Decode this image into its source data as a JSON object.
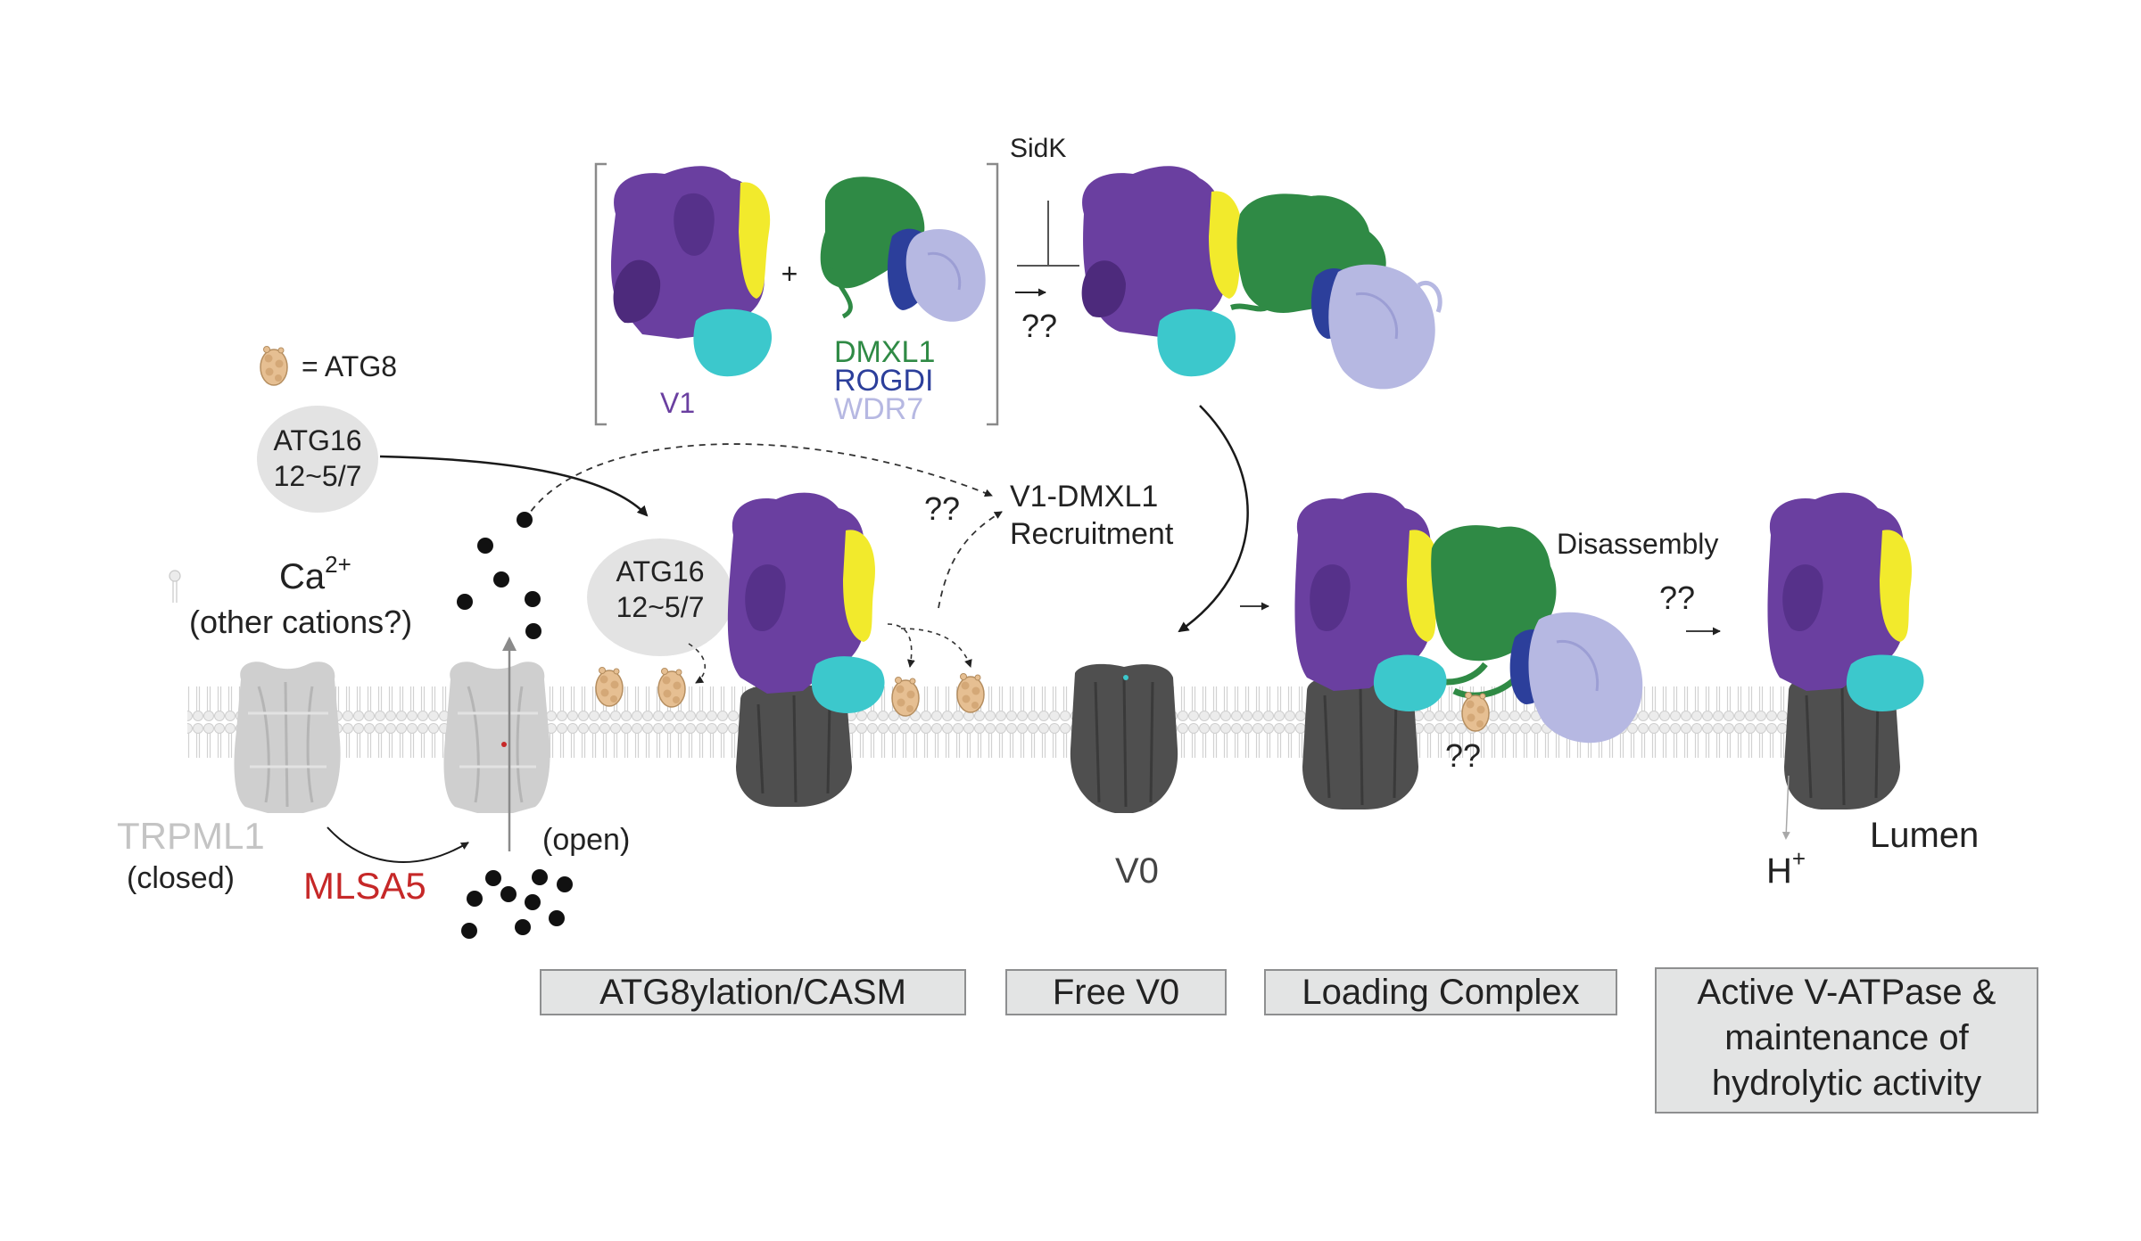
{
  "colors": {
    "v1": "#6a3fa0",
    "v1_dark": "#4d2a7c",
    "yellow_subunit": "#f2ea2c",
    "cyan_subunit": "#3cc8cc",
    "dmxl1": "#2f8a45",
    "rogdi": "#2c3f9b",
    "wdr7": "#b6b8e2",
    "v0": "#4f4f4f",
    "trpml1": "#cfcfcf",
    "atg8": "#e6bf92",
    "mlsa5": "#c62828",
    "ellipse": "#e3e3e3",
    "stage_box": "#e3e4e4"
  },
  "icons": {
    "atg8": "atg8-protein-icon",
    "cation": "black-dot-icon"
  },
  "legend": {
    "atg8_label": "= ATG8"
  },
  "top_complex": {
    "plus": "+",
    "v1_label": "V1",
    "dmxl1_label": "DMXL1",
    "rogdi_label": "ROGDI",
    "wdr7_label": "WDR7",
    "sidk_label": "SidK",
    "unknown_label": "??"
  },
  "atg16_label": {
    "line1": "ATG16",
    "line2": "12~5/7"
  },
  "atg16_membrane": {
    "line1": "ATG16",
    "line2": "12~5/7"
  },
  "calcium": {
    "ion": "Ca",
    "charge": "2+",
    "other": "(other cations?)"
  },
  "trpml1": {
    "name": "TRPML1",
    "closed": "(closed)",
    "open": "(open)",
    "agonist": "MLSA5"
  },
  "recruitment": {
    "unknown": "??",
    "line1": "V1-DMXL1",
    "line2": "Recruitment"
  },
  "v0_label": "V0",
  "loading_unknown": "??",
  "disassembly": {
    "label": "Disassembly",
    "unknown": "??"
  },
  "proton": {
    "ion": "H",
    "charge": "+"
  },
  "lumen_label": "Lumen",
  "stages": {
    "atg8ylation": "ATG8ylation/CASM",
    "free_v0": "Free V0",
    "loading_complex": "Loading Complex",
    "active_line1": "Active V-ATPase &",
    "active_line2": "maintenance of",
    "active_line3": "hydrolytic activity"
  }
}
